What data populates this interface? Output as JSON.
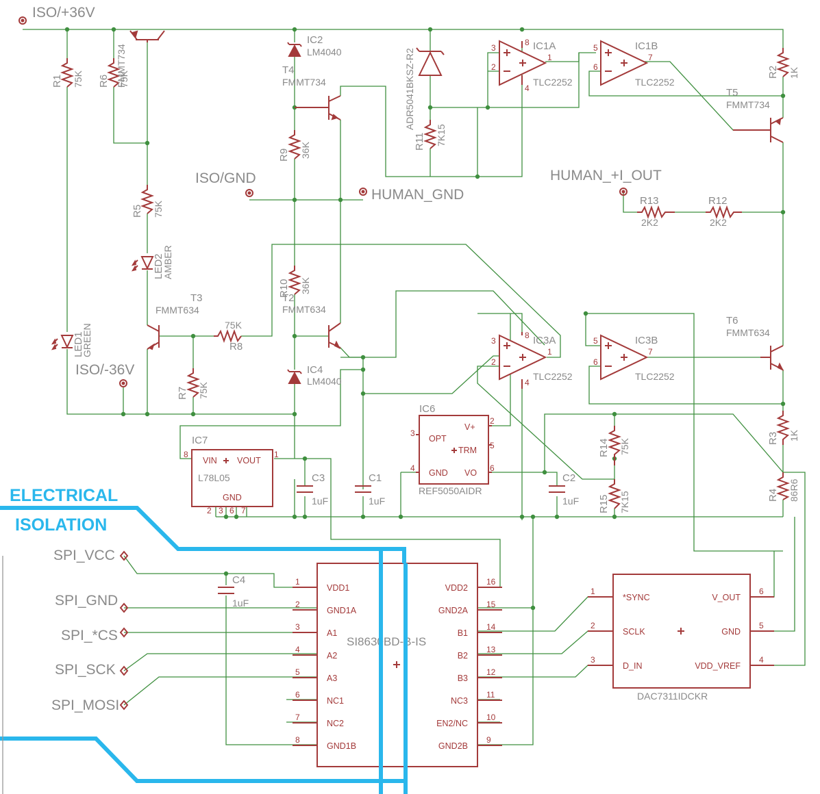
{
  "nets": {
    "iso_p36": "ISO/+36V",
    "iso_gnd": "ISO/GND",
    "human_gnd": "HUMAN_GND",
    "human_out": "HUMAN_+I_OUT",
    "iso_m36": "ISO/-36V",
    "spi_vcc": "SPI_VCC",
    "spi_gnd": "SPI_GND",
    "spi_cs": "SPI_*CS",
    "spi_sck": "SPI_SCK",
    "spi_mosi": "SPI_MOSI"
  },
  "isolation": {
    "line1": "ELECTRICAL",
    "line2": "ISOLATION",
    "color": "#2ab7ec"
  },
  "resistors": {
    "r1": {
      "name": "R1",
      "value": "75K"
    },
    "r6": {
      "name": "R6",
      "value": "75K"
    },
    "r5": {
      "name": "R5",
      "value": "75K"
    },
    "r9": {
      "name": "R9",
      "value": "36K"
    },
    "r10": {
      "name": "R10",
      "value": "36K"
    },
    "r11": {
      "name": "R11",
      "value": "7K15"
    },
    "r2": {
      "name": "R2",
      "value": "1K"
    },
    "r13": {
      "name": "R13",
      "value": "2K2"
    },
    "r12": {
      "name": "R12",
      "value": "2K2"
    },
    "r8": {
      "name": "R8",
      "value": "75K"
    },
    "r7": {
      "name": "R7",
      "value": "75K"
    },
    "r14": {
      "name": "R14",
      "value": "75K"
    },
    "r15": {
      "name": "R15",
      "value": "7K15"
    },
    "r3": {
      "name": "R3",
      "value": "1K"
    },
    "r4": {
      "name": "R4",
      "value": "86R6"
    }
  },
  "transistors": {
    "t1": {
      "value": "FMMT734"
    },
    "t4": {
      "name": "T4",
      "value": "FMMT734"
    },
    "t5": {
      "name": "T5",
      "value": "FMMT734"
    },
    "t3": {
      "name": "T3",
      "value": "FMMT634"
    },
    "t2": {
      "name": "T2",
      "value": "FMMT634"
    },
    "t6": {
      "name": "T6",
      "value": "FMMT634"
    }
  },
  "diodes": {
    "ic2": {
      "name": "IC2",
      "value": "LM4040"
    },
    "ic4": {
      "name": "IC4",
      "value": "LM4040"
    },
    "ref": {
      "value": "ADR5041BKSZ-R2"
    },
    "led1": {
      "name": "LED1",
      "value": "GREEN"
    },
    "led2": {
      "name": "LED2",
      "value": "AMBER"
    }
  },
  "opamps": {
    "ic1a": {
      "name": "IC1A",
      "value": "TLC2252",
      "pin_inp": "3",
      "pin_inn": "2",
      "pin_out": "1",
      "pin_vp": "8",
      "pin_vn": "4"
    },
    "ic1b": {
      "name": "IC1B",
      "value": "TLC2252",
      "pin_inp": "5",
      "pin_inn": "6",
      "pin_out": "7"
    },
    "ic3a": {
      "name": "IC3A",
      "value": "TLC2252",
      "pin_inp": "3",
      "pin_inn": "2",
      "pin_out": "1",
      "pin_vp": "8",
      "pin_vn": "4"
    },
    "ic3b": {
      "name": "IC3B",
      "value": "TLC2252",
      "pin_inp": "5",
      "pin_inn": "6",
      "pin_out": "7"
    }
  },
  "ic6": {
    "name": "IC6",
    "value": "REF5050AIDR",
    "opt": "OPT",
    "vplus": "V+",
    "trm": "TRM",
    "gnd": "GND",
    "vo": "VO",
    "p3": "3",
    "p2": "2",
    "p5": "5",
    "p4": "4",
    "p6": "6"
  },
  "ic7": {
    "name": "IC7",
    "value": "L78L05",
    "vin": "VIN",
    "vout": "VOUT",
    "gnd": "GND",
    "p8": "8",
    "p1": "1",
    "p2": "2",
    "p3": "3",
    "p6": "6",
    "p7": "7"
  },
  "caps": {
    "c1": {
      "name": "C1",
      "value": "1uF"
    },
    "c2": {
      "name": "C2",
      "value": "1uF"
    },
    "c3": {
      "name": "C3",
      "value": "1uF"
    },
    "c4": {
      "name": "C4",
      "value": "1uF"
    }
  },
  "isolator": {
    "value": "SI8630BD-B-IS",
    "left": [
      {
        "num": "1",
        "name": "VDD1"
      },
      {
        "num": "2",
        "name": "GND1A"
      },
      {
        "num": "3",
        "name": "A1"
      },
      {
        "num": "4",
        "name": "A2"
      },
      {
        "num": "5",
        "name": "A3"
      },
      {
        "num": "6",
        "name": "NC1"
      },
      {
        "num": "7",
        "name": "NC2"
      },
      {
        "num": "8",
        "name": "GND1B"
      }
    ],
    "right": [
      {
        "num": "16",
        "name": "VDD2"
      },
      {
        "num": "15",
        "name": "GND2A"
      },
      {
        "num": "14",
        "name": "B1"
      },
      {
        "num": "13",
        "name": "B2"
      },
      {
        "num": "12",
        "name": "B3"
      },
      {
        "num": "11",
        "name": "NC3"
      },
      {
        "num": "10",
        "name": "EN2/NC"
      },
      {
        "num": "9",
        "name": "GND2B"
      }
    ]
  },
  "dac": {
    "value": "DAC7311IDCKR",
    "left": [
      {
        "num": "1",
        "name": "*SYNC"
      },
      {
        "num": "2",
        "name": "SCLK"
      },
      {
        "num": "3",
        "name": "D_IN"
      }
    ],
    "right": [
      {
        "num": "6",
        "name": "V_OUT"
      },
      {
        "num": "5",
        "name": "GND"
      },
      {
        "num": "4",
        "name": "VDD_VREF"
      }
    ]
  },
  "colors": {
    "wire": "#3f8f3f",
    "part": "#a33a3a",
    "label": "#8a8a8a"
  }
}
